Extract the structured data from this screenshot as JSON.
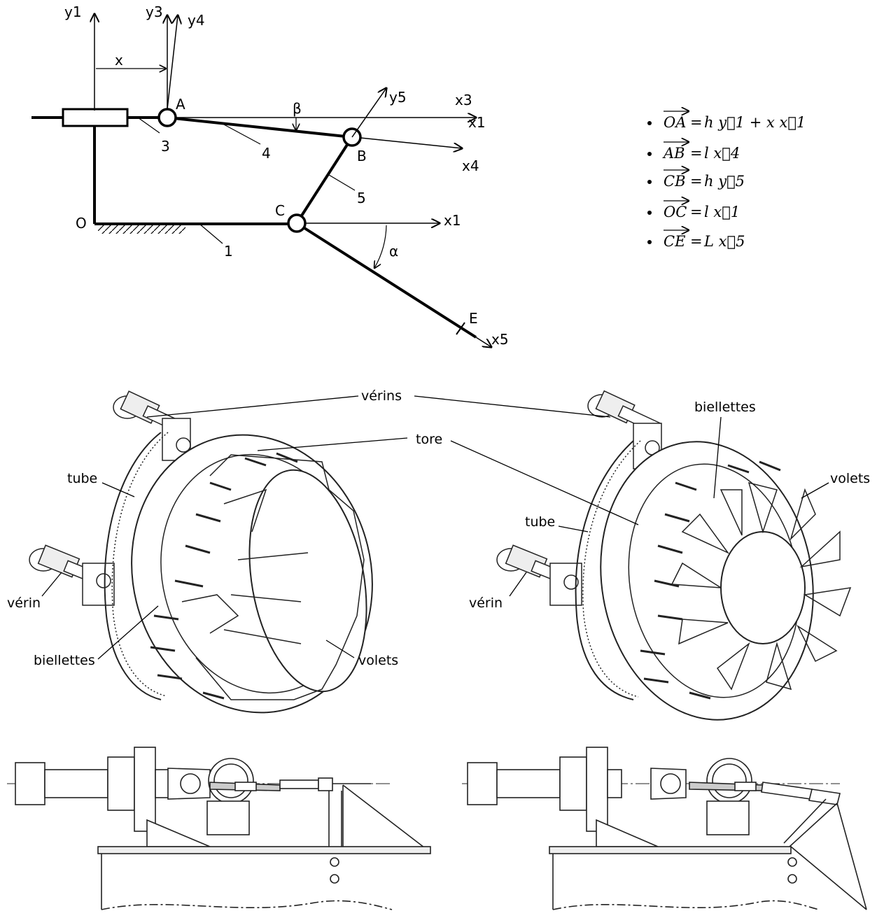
{
  "kinematic": {
    "axes": {
      "y1": "y1",
      "y3": "y3",
      "y4": "y4",
      "y5": "y5",
      "x3": "x3",
      "x1_top": "x1",
      "x4": "x4",
      "x1_mid": "x1",
      "x5": "x5"
    },
    "points": {
      "O": "O",
      "A": "A",
      "B": "B",
      "C": "C",
      "E": "E"
    },
    "parts": {
      "p1": "1",
      "p3": "3",
      "p4": "4",
      "p5": "5"
    },
    "dims": {
      "x": "x",
      "alpha": "α",
      "beta": "β"
    }
  },
  "equations": [
    {
      "lhs": "OA",
      "rhs": "h y⃗1 + x x⃗1"
    },
    {
      "lhs": "AB",
      "rhs": "l x⃗4"
    },
    {
      "lhs": "CB",
      "rhs": "h y⃗5"
    },
    {
      "lhs": "OC",
      "rhs": "l x⃗1"
    },
    {
      "lhs": "CE",
      "rhs": "L x⃗5"
    }
  ],
  "callouts": {
    "verins": "vérins",
    "tore": "tore",
    "tube_left": "tube",
    "verin_left": "vérin",
    "biellettes_left": "biellettes",
    "volets_left": "volets",
    "biellettes_right": "biellettes",
    "volets_right": "volets",
    "tube_right": "tube",
    "verin_right": "vérin"
  },
  "colors": {
    "ink": "#000000",
    "drawing": "#333333",
    "background": "#ffffff"
  }
}
